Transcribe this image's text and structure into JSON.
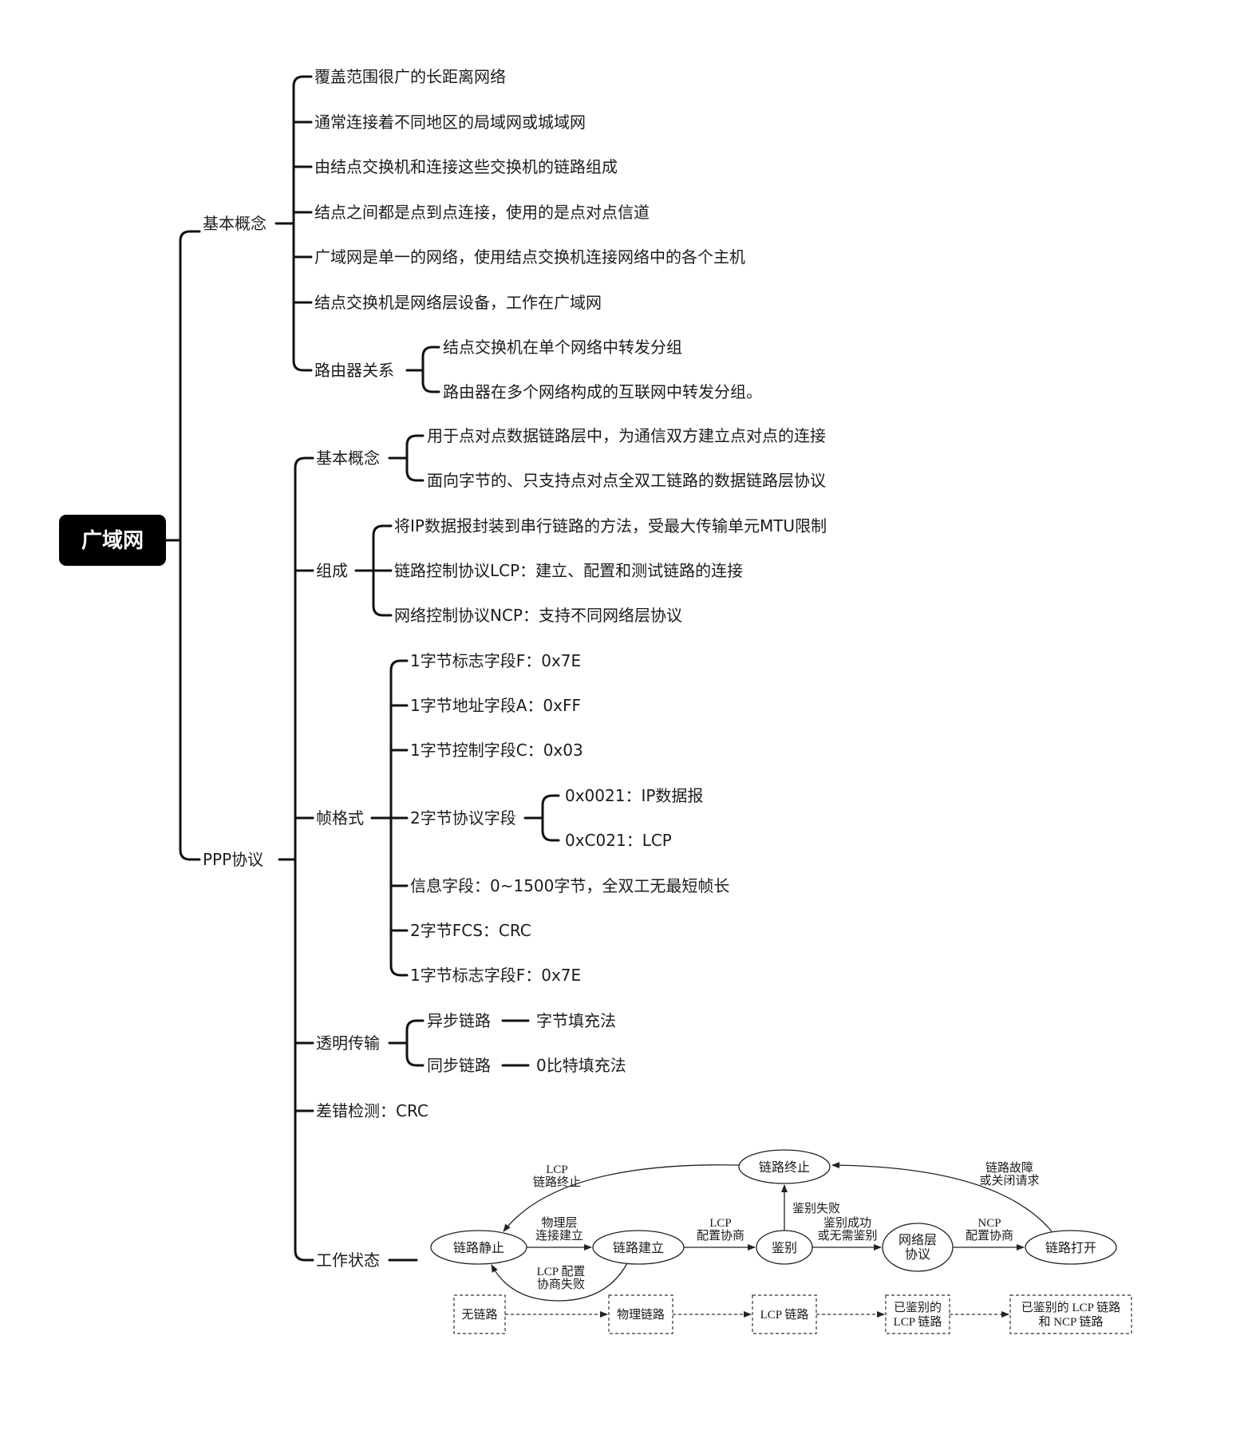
{
  "root": "广域网",
  "wan": {
    "label": "基本概念",
    "items": [
      "覆盖范围很广的长距离网络",
      "通常连接着不同地区的局域网或城域网",
      "由结点交换机和连接这些交换机的链路组成",
      "结点之间都是点到点连接，使用的是点对点信道",
      "广域网是单一的网络，使用结点交换机连接网络中的各个主机",
      "结点交换机是网络层设备，工作在广域网"
    ],
    "router": {
      "label": "路由器关系",
      "items": [
        "结点交换机在单个网络中转发分组",
        "路由器在多个网络构成的互联网中转发分组。"
      ]
    }
  },
  "ppp": {
    "label": "PPP协议",
    "concept": {
      "label": "基本概念",
      "items": [
        "用于点对点数据链路层中，为通信双方建立点对点的连接",
        "面向字节的、只支持点对点全双工链路的数据链路层协议"
      ]
    },
    "components": {
      "label": "组成",
      "items": [
        "将IP数据报封装到串行链路的方法，受最大传输单元MTU限制",
        "链路控制协议LCP：建立、配置和测试链路的连接",
        "网络控制协议NCP：支持不同网络层协议"
      ]
    },
    "frame": {
      "label": "帧格式",
      "flag1": "1字节标志字段F：0x7E",
      "address": "1字节地址字段A：0xFF",
      "control": "1字节控制字段C：0x03",
      "protocol": {
        "label": "2字节协议字段",
        "items": [
          "0x0021：IP数据报",
          "0xC021：LCP"
        ]
      },
      "info": "信息字段：0~1500字节，全双工无最短帧长",
      "fcs": "2字节FCS：CRC",
      "flag2": "1字节标志字段F：0x7E"
    },
    "transparent": {
      "label": "透明传输",
      "async": {
        "label": "异步链路",
        "method": "字节填充法"
      },
      "sync": {
        "label": "同步链路",
        "method": "0比特填充法"
      }
    },
    "error_check": "差错检测：CRC",
    "states": {
      "label": "工作状态",
      "nodes": {
        "dead": "链路静止",
        "establish": "链路建立",
        "auth": "鉴别",
        "network_1": "网络层",
        "network_2": "协议",
        "open": "链路打开",
        "terminate": "链路终止"
      },
      "edges": {
        "physical_1": "物理层",
        "physical_2": "连接建立",
        "lcp_fail_1": "LCP 配置",
        "lcp_fail_2": "协商失败",
        "lcp_neg_1": "LCP",
        "lcp_neg_2": "配置协商",
        "auth_fail": "鉴别失败",
        "auth_ok_1": "鉴别成功",
        "auth_ok_2": "或无需鉴别",
        "ncp_1": "NCP",
        "ncp_2": "配置协商",
        "lcp_term_1": "LCP",
        "lcp_term_2": "链路终止",
        "failure_1": "链路故障",
        "failure_2": "或关闭请求"
      },
      "phases": {
        "none": "无链路",
        "physical": "物理链路",
        "lcp": "LCP 链路",
        "auth_1": "已鉴别的",
        "auth_2": "LCP 链路",
        "full_1": "已鉴别的 LCP 链路",
        "full_2": "和 NCP 链路"
      }
    }
  }
}
